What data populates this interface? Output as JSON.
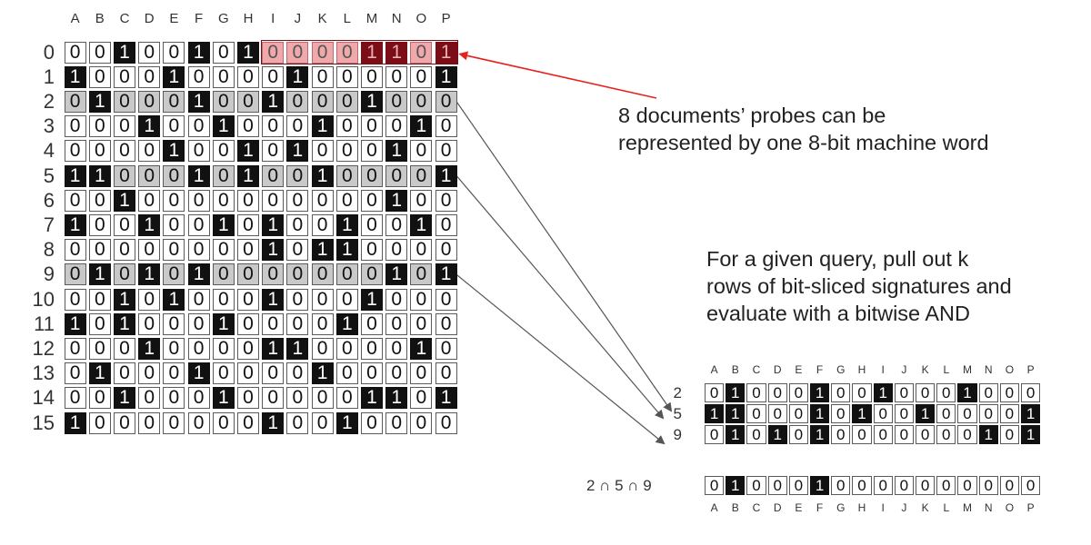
{
  "columns": [
    "A",
    "B",
    "C",
    "D",
    "E",
    "F",
    "G",
    "H",
    "I",
    "J",
    "K",
    "L",
    "M",
    "N",
    "O",
    "P"
  ],
  "matrix": {
    "row_labels": [
      "0",
      "1",
      "2",
      "3",
      "4",
      "5",
      "6",
      "7",
      "8",
      "9",
      "10",
      "11",
      "12",
      "13",
      "14",
      "15"
    ],
    "rows": [
      "0010010100001101",
      "1000100001000001",
      "0100010010001000",
      "0001001000100010",
      "0000100101000100",
      "1100010100100001",
      "0010000000000100",
      "1001001010010010",
      "0000000010110000",
      "0101010000000101",
      "0010100010001000",
      "1010001000010000",
      "0001000011000010",
      "0100010000100000",
      "0010001000001101",
      "1000000010010000"
    ],
    "highlighted_rows": [
      "2",
      "5",
      "9"
    ],
    "highlight_fill": "#c9c9c9",
    "red_segment_fill": "#f0a8ab",
    "red_segment_dark": "#7a0d15"
  },
  "annotations": {
    "word_note": [
      "8 documents’ probes can be",
      "represented by one 8-bit machine word"
    ],
    "query_note": [
      "For a given query, pull out k",
      "rows of bit-sliced signatures and",
      "evaluate with a bitwise AND"
    ]
  },
  "slice": {
    "row_labels": [
      "2",
      "5",
      "9"
    ],
    "rows": [
      "0100010010001000",
      "1100010100100001",
      "0101010000000101"
    ],
    "result_label": "2 ∩ 5 ∩ 9",
    "result": "0100010000000000"
  },
  "colors": {
    "red_arrow": "#e8211d",
    "gray_arrow": "#555555",
    "ink": "#111111"
  }
}
